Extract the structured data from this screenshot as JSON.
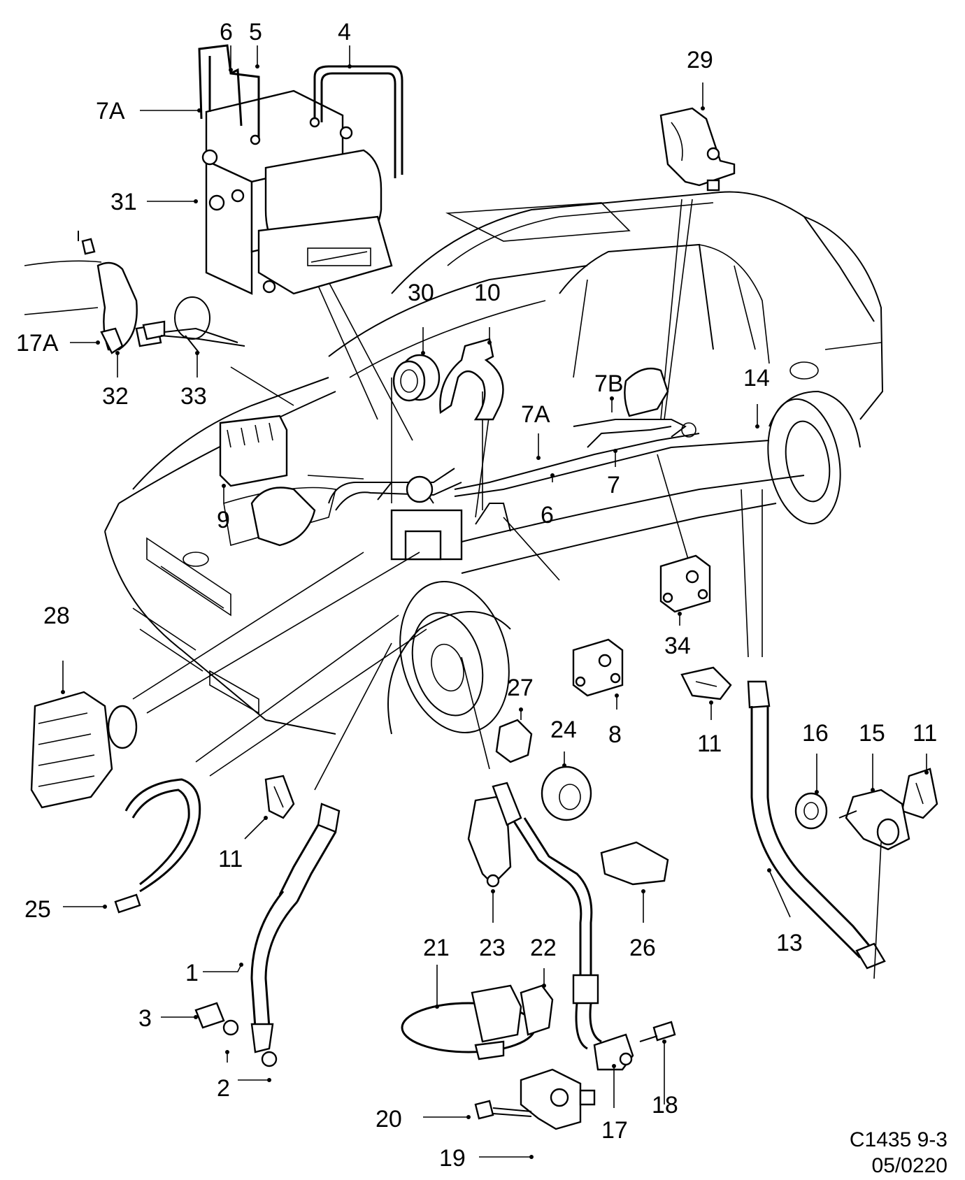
{
  "callouts": {
    "c1": "1",
    "c2": "2",
    "c3": "3",
    "c4": "4",
    "c5": "5",
    "c6_top": "6",
    "c6_mid": "6",
    "c7": "7",
    "c7A_top": "7A",
    "c7A_mid": "7A",
    "c7B": "7B",
    "c8": "8",
    "c9": "9",
    "c10": "10",
    "c11_left": "11",
    "c11_mid": "11",
    "c11_right": "11",
    "c13": "13",
    "c14": "14",
    "c15": "15",
    "c16": "16",
    "c17": "17",
    "c17A": "17A",
    "c18": "18",
    "c19": "19",
    "c20": "20",
    "c21": "21",
    "c22": "22",
    "c23": "23",
    "c24": "24",
    "c25": "25",
    "c26": "26",
    "c27": "27",
    "c28": "28",
    "c29": "29",
    "c30": "30",
    "c31": "31",
    "c32": "32",
    "c33": "33",
    "c34": "34"
  },
  "reference": {
    "code": "C1435 9-3",
    "number": "05/0220"
  }
}
